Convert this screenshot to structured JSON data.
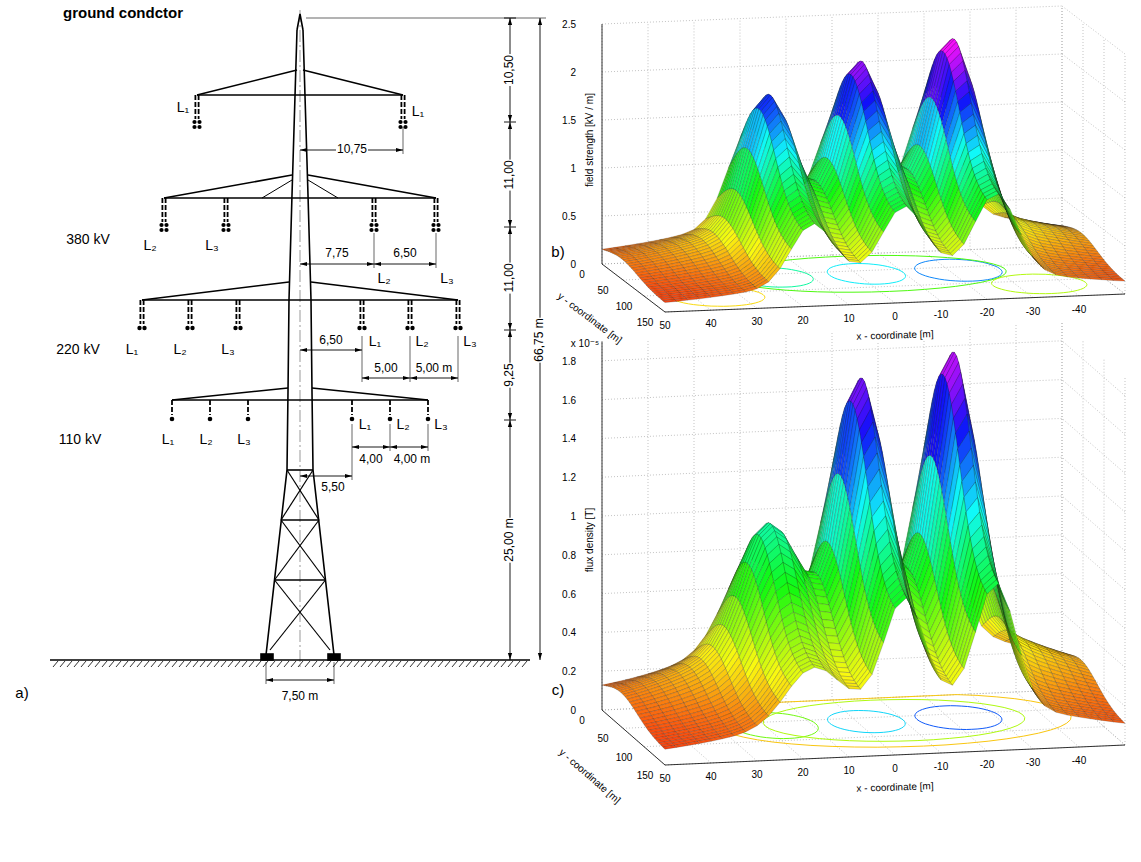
{
  "diagram": {
    "labels": [
      "ground condctor",
      "10,50",
      "11,00",
      "11,00",
      "9,25",
      "25,00 m",
      "66,75 m",
      "L₁",
      "L₁",
      "380 kV",
      "10,75",
      "L₂",
      "L₃",
      "7,75",
      "6,50",
      "L₂",
      "L₃",
      "220 kV",
      "L₁",
      "L₂",
      "L₃",
      "6,50",
      "L₁",
      "L₂",
      "L₃",
      "5,00",
      "5,00 m",
      "110 kV",
      "L₁",
      "L₂",
      "L₃",
      "L₁",
      "L₂",
      "L₃",
      "4,00",
      "4,00 m",
      "5,50",
      "7,50 m",
      "a)",
      "b)",
      "c)",
      "field strength [kV / m]",
      "2.5",
      "2",
      "1.5",
      "1",
      "0.5",
      "0",
      "0",
      "50",
      "100",
      "150",
      "y - coordinate [m]",
      "50",
      "40",
      "30",
      "20",
      "10",
      "0",
      "-10",
      "-20",
      "-30",
      "-40",
      "x - coordinate [m]",
      "x 10⁻⁵",
      "flux density [T]",
      "1.8",
      "1.6",
      "1.4",
      "1.2",
      "1",
      "0.8",
      "0.6",
      "0.4",
      "0.2",
      "0",
      "0",
      "50",
      "100",
      "150",
      "y - coordinate [m]",
      "50",
      "40",
      "30",
      "20",
      "10",
      "0",
      "-10",
      "-20",
      "-30",
      "-40",
      "x - coordinate [m]"
    ]
  }
}
